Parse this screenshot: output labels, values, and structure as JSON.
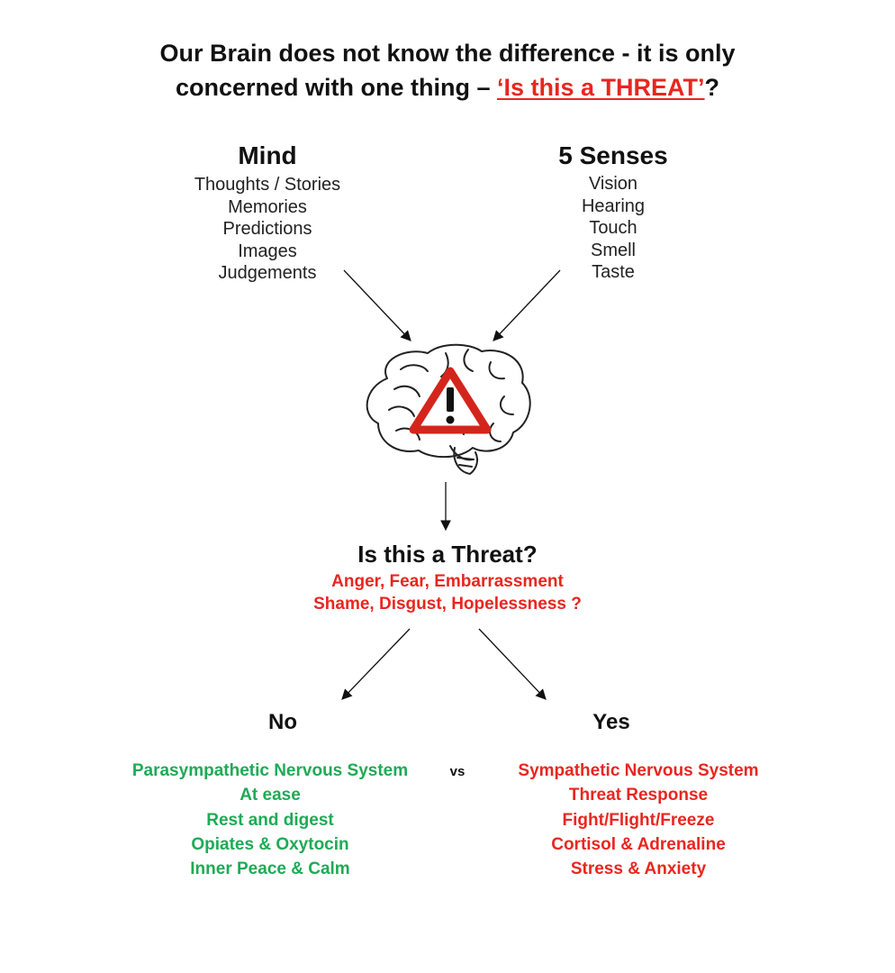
{
  "title": {
    "line1": "Our Brain does not know the difference - it is only",
    "line2_prefix": "concerned with one thing – ",
    "line2_highlight": "‘Is this a THREAT’",
    "line2_suffix": "?"
  },
  "mind": {
    "heading": "Mind",
    "items": [
      "Thoughts / Stories",
      "Memories",
      "Predictions",
      "Images",
      "Judgements"
    ]
  },
  "senses": {
    "heading": "5 Senses",
    "items": [
      "Vision",
      "Hearing",
      "Touch",
      "Smell",
      "Taste"
    ]
  },
  "threat": {
    "heading": "Is this a Threat?",
    "emotions": [
      "Anger, Fear, Embarrassment",
      "Shame, Disgust, Hopelessness ?"
    ]
  },
  "no_branch": {
    "heading": "No",
    "items": [
      "Parasympathetic Nervous System",
      "At ease",
      "Rest and digest",
      "Opiates & Oxytocin",
      "Inner Peace & Calm"
    ]
  },
  "vs_label": "vs",
  "yes_branch": {
    "heading": "Yes",
    "items": [
      "Sympathetic Nervous System",
      "Threat Response",
      "Fight/Flight/Freeze",
      "Cortisol & Adrenaline",
      "Stress & Anxiety"
    ]
  },
  "colors": {
    "red": "#e8261f",
    "green": "#1faa55",
    "text": "#111111"
  },
  "icons": {
    "brain": "brain-icon",
    "warning": "warning-triangle-icon"
  }
}
